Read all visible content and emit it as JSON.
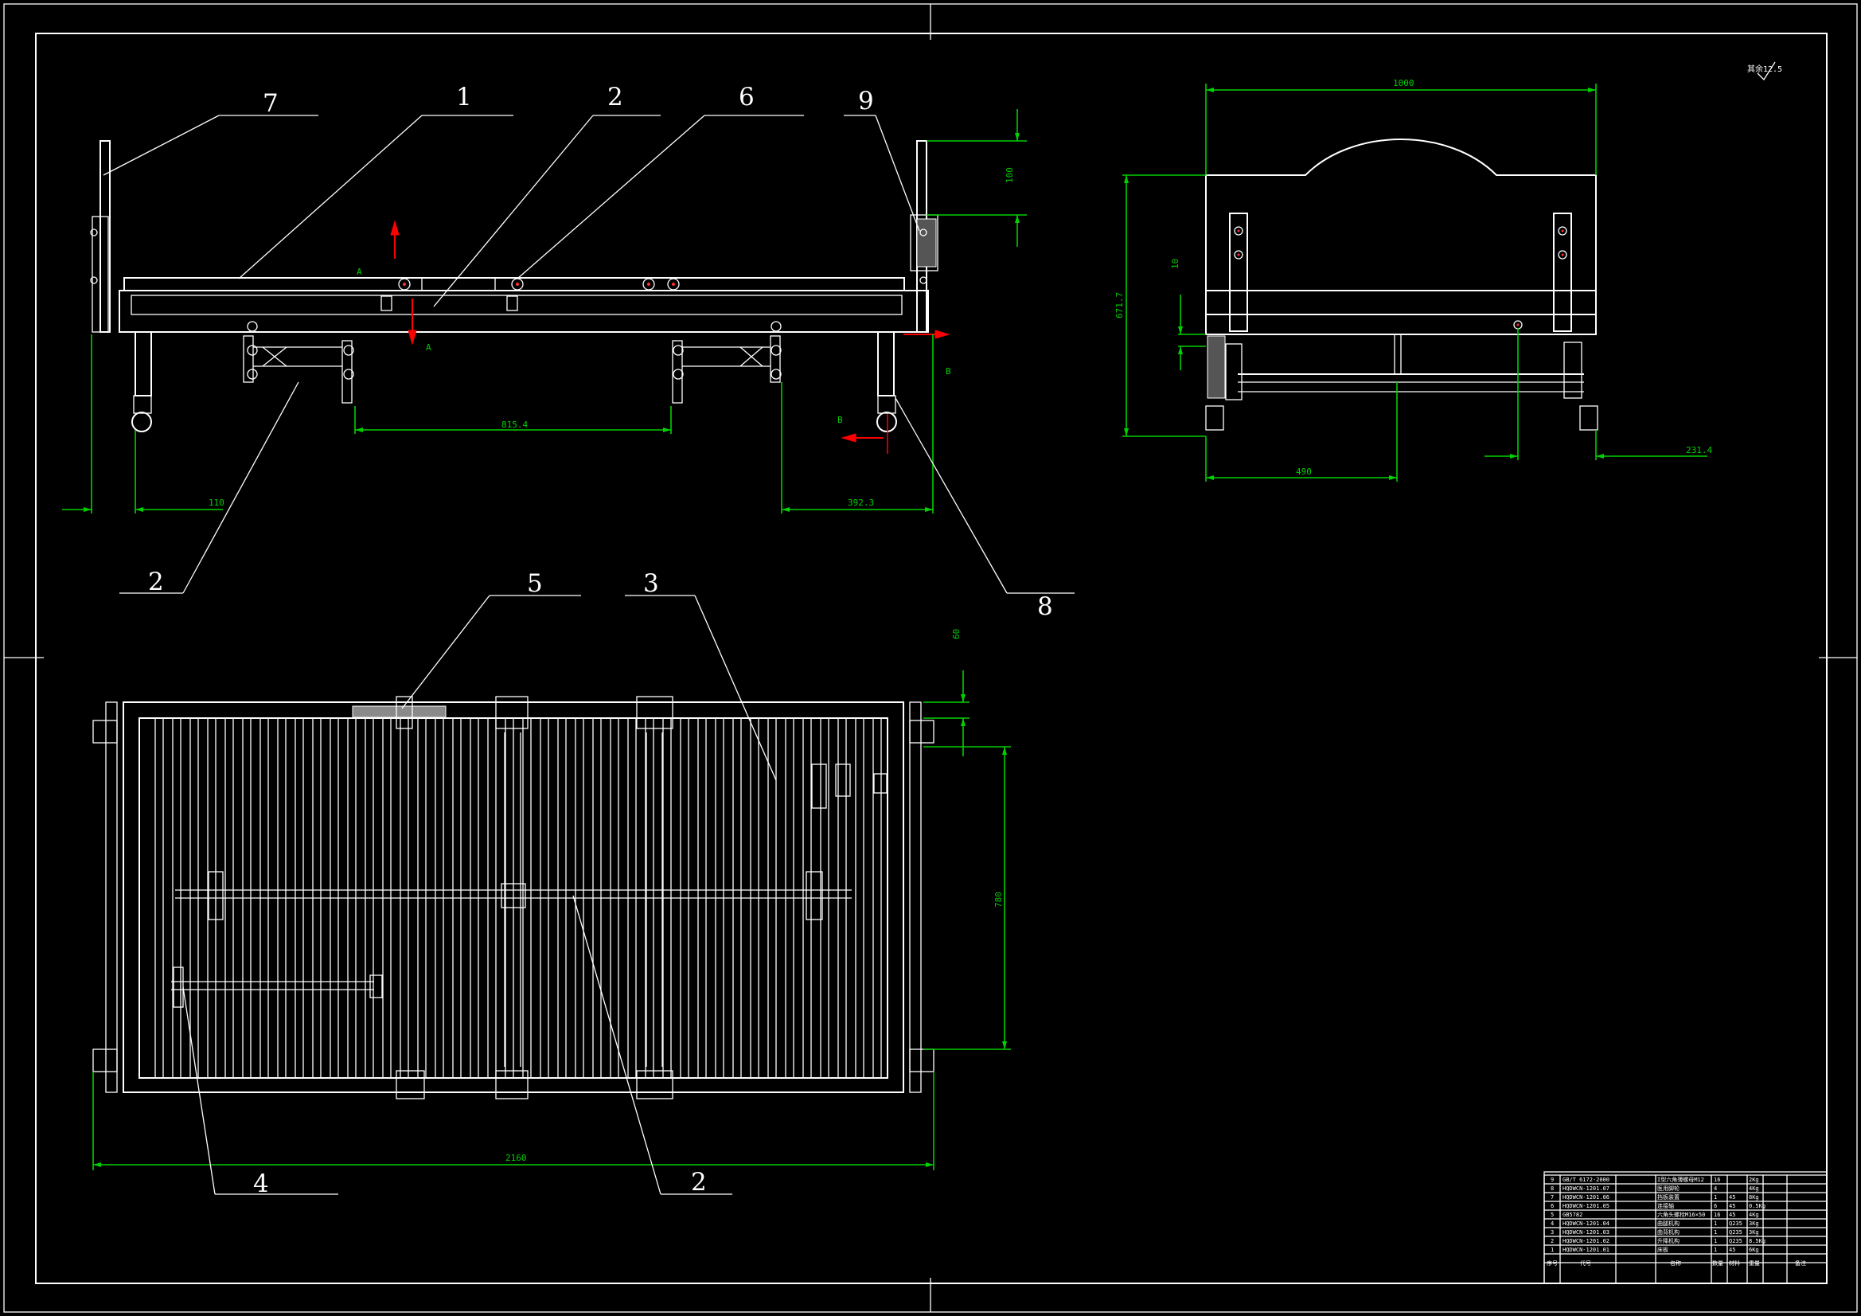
{
  "title_block": {
    "rows": [
      {
        "no": "9",
        "code": "GB/T 6172-2000",
        "name": "I型六角薄螺母M12",
        "qty": "16",
        "mat": "",
        "weight": "2Kg"
      },
      {
        "no": "8",
        "code": "HQDWCN-1201.07",
        "name": "医用脚轮",
        "qty": "4",
        "mat": "",
        "weight": "4Kg"
      },
      {
        "no": "7",
        "code": "HQDWCN-1201.06",
        "name": "挡板装置",
        "qty": "1",
        "mat": "45",
        "weight": "8Kg"
      },
      {
        "no": "6",
        "code": "HQDWCN-1201.05",
        "name": "连接轴",
        "qty": "6",
        "mat": "45",
        "weight": "0.5Kg"
      },
      {
        "no": "5",
        "code": "GB5782",
        "name": "六角头螺栓M16×50",
        "qty": "16",
        "mat": "45",
        "weight": "4Kg"
      },
      {
        "no": "4",
        "code": "HQDWCN-1201.04",
        "name": "曲腿机构",
        "qty": "1",
        "mat": "Q235",
        "weight": "3Kg"
      },
      {
        "no": "3",
        "code": "HQDWCN-1201.03",
        "name": "曲背机构",
        "qty": "1",
        "mat": "Q235",
        "weight": "3Kg"
      },
      {
        "no": "2",
        "code": "HQDWCN-1201.02",
        "name": "升降机构",
        "qty": "1",
        "mat": "Q235",
        "weight": "8.5Kg"
      },
      {
        "no": "1",
        "code": "HQDWCN-1201.01",
        "name": "床板",
        "qty": "1",
        "mat": "45",
        "weight": "6Kg"
      }
    ],
    "header": {
      "no": "序号",
      "code": "代号",
      "name": "名称",
      "qty": "数量",
      "mat": "材料",
      "weight": "重量",
      "remark": "备注"
    }
  },
  "roughness_note": "其余12.5",
  "balloons": {
    "front": [
      "7",
      "1",
      "2",
      "6",
      "9",
      "2",
      "8"
    ],
    "top": [
      "5",
      "3",
      "4",
      "2"
    ]
  },
  "dimensions": {
    "front_leg_gap": "815.4",
    "front_left_offset": "110",
    "front_right_offset": "392.3",
    "front_head_height": "100",
    "front_small_b": "B",
    "side_width": "1000",
    "side_height": "671.7",
    "side_small": "10",
    "side_half": "490",
    "side_right": "231.4",
    "top_edge": "60",
    "top_inner": "780",
    "top_length": "2160"
  },
  "section_marks": {
    "a": "A",
    "b": "B"
  }
}
